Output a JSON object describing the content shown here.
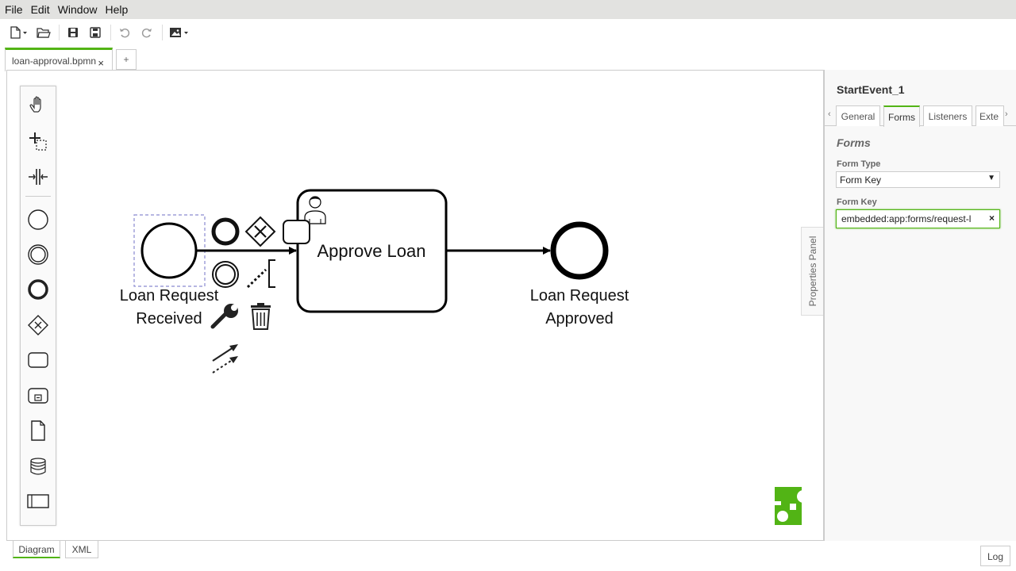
{
  "menu": [
    "File",
    "Edit",
    "Window",
    "Help"
  ],
  "toolbar": {
    "buttons": [
      "new-file",
      "open-file",
      "save",
      "save-as",
      "undo",
      "redo",
      "export-image"
    ]
  },
  "tabs": {
    "file": "loan-approval.bpmn",
    "close": "×",
    "add": "+"
  },
  "diagram": {
    "start_event_label_line1": "Loan Request",
    "start_event_label_line2": "Received",
    "task_label": "Approve Loan",
    "end_event_label_line1": "Loan Request",
    "end_event_label_line2": "Approved"
  },
  "palette": [
    "hand-tool",
    "lasso-tool",
    "space-tool",
    "start-event",
    "intermediate-event",
    "end-event",
    "gateway",
    "task",
    "subprocess",
    "data-object",
    "data-store",
    "pool"
  ],
  "properties": {
    "toggle_label": "Properties Panel",
    "element_id": "StartEvent_1",
    "tabs": [
      "General",
      "Forms",
      "Listeners",
      "Exte"
    ],
    "active_tab": "Forms",
    "group_title": "Forms",
    "form_type_label": "Form Type",
    "form_type_value": "Form Key",
    "form_key_label": "Form Key",
    "form_key_value": "embedded:app:forms/request-l",
    "clear": "×"
  },
  "bottom_tabs": [
    "Diagram",
    "XML"
  ],
  "log_button": "Log",
  "colors": {
    "accent": "#52b415"
  }
}
